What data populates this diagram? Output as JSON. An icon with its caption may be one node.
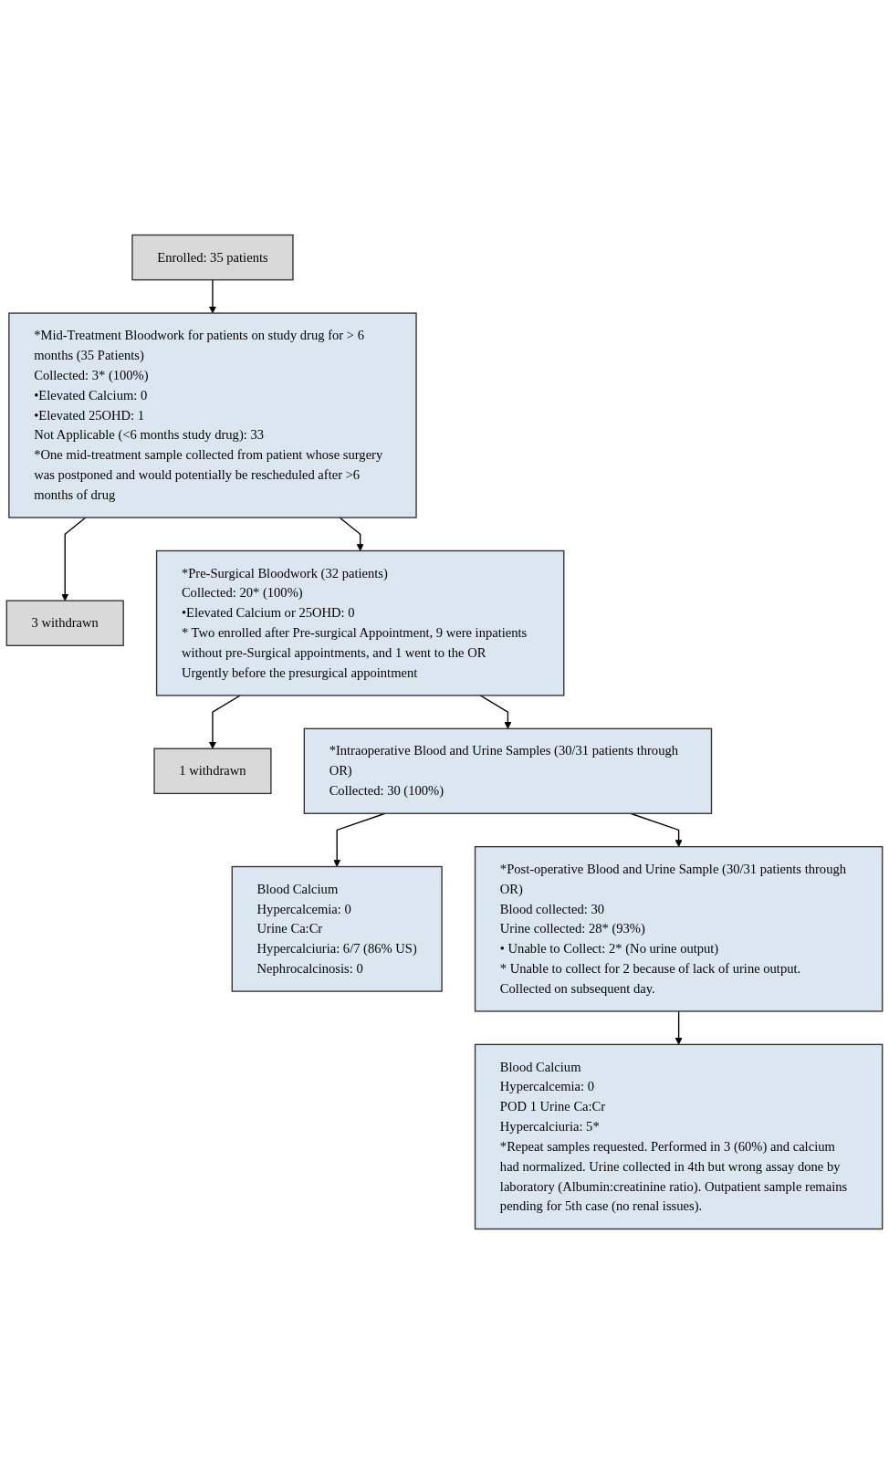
{
  "diagram": {
    "nodes": [
      {
        "text": [
          "Enrolled: 35 patients"
        ]
      },
      {
        "text": [
          "*Mid-Treatment Bloodwork for patients on study drug for > 6 months (35 Patients)",
          "Collected: 3* (100%)",
          "•Elevated Calcium: 0",
          "•Elevated 25OHD: 1",
          "Not Applicable (<6 months study drug): 33",
          "*One mid-treatment sample collected from patient whose surgery was postponed and would potentially be rescheduled after >6 months of drug"
        ]
      },
      {
        "text": [
          "3 withdrawn"
        ]
      },
      {
        "text": [
          "*Pre-Surgical Bloodwork (32 patients)",
          "Collected: 20* (100%)",
          "•Elevated Calcium or 25OHD: 0",
          "* Two enrolled after Pre-surgical Appointment, 9 were inpatients without pre-Surgical appointments, and 1 went to the OR Urgently before the presurgical appointment"
        ]
      },
      {
        "text": [
          "1 withdrawn"
        ]
      },
      {
        "text": [
          "*Intraoperative Blood and Urine Samples (30/31 patients through OR)",
          "Collected: 30 (100%)"
        ]
      },
      {
        "text": [
          "Blood Calcium",
          "Hypercalcemia: 0",
          "Urine Ca:Cr",
          "Hypercalciuria: 6/7 (86% US)",
          "Nephrocalcinosis: 0"
        ]
      },
      {
        "text": [
          "*Post-operative Blood and Urine Sample (30/31 patients through OR)",
          "Blood collected: 30",
          "Urine collected: 28* (93%)",
          "• Unable to Collect: 2* (No urine output)",
          "* Unable to collect for 2 because of lack of urine output. Collected on subsequent day."
        ]
      },
      {
        "text": [
          "Blood Calcium",
          "Hypercalcemia: 0",
          "POD 1 Urine Ca:Cr",
          "Hypercalciuria: 5*",
          "*Repeat samples requested. Performed in 3 (60%) and calcium had normalized. Urine collected in 4th but wrong assay done by laboratory (Albumin:creatinine ratio). Outpatient sample remains pending for 5th case (no renal issues)."
        ]
      }
    ],
    "edges": [
      {
        "from": 0,
        "to": 1,
        "arrow": "to"
      },
      {
        "from": 1,
        "to": 3,
        "arrow": "to"
      },
      {
        "from": 1,
        "to": 2,
        "arrow": "to"
      },
      {
        "from": 3,
        "to": 5,
        "arrow": "to"
      },
      {
        "from": 3,
        "to": 4,
        "arrow": "to"
      },
      {
        "from": 5,
        "to": 7,
        "arrow": "to"
      },
      {
        "from": 5,
        "to": 6,
        "arrow": "to"
      },
      {
        "from": 7,
        "to": 8,
        "arrow": "to"
      }
    ]
  }
}
